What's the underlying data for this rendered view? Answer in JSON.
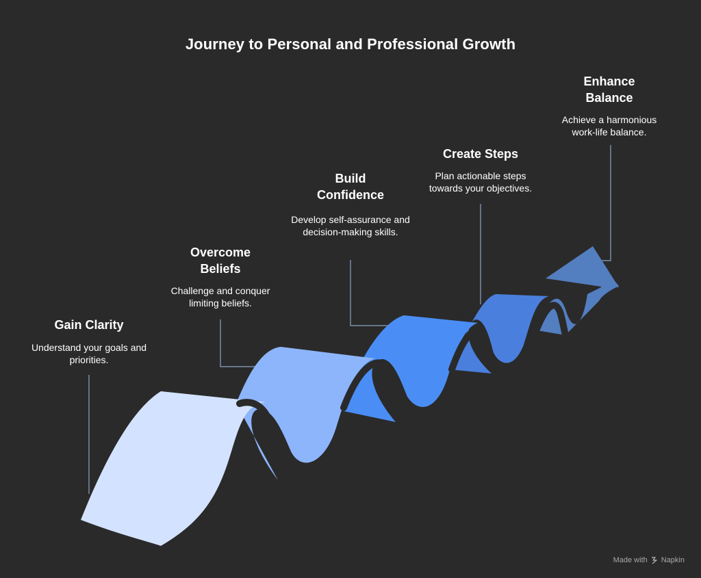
{
  "title": "Journey to Personal and Professional Growth",
  "steps": [
    {
      "label": "Gain Clarity",
      "description": "Understand your goals and priorities.",
      "color": "#d3e3ff"
    },
    {
      "label": "Overcome Beliefs",
      "description": "Challenge and conquer limiting beliefs.",
      "color": "#8db5fb"
    },
    {
      "label": "Build Confidence",
      "description": "Develop self-assurance and decision-making skills.",
      "color": "#4a8ef5"
    },
    {
      "label": "Create Steps",
      "description": "Plan actionable steps towards your objectives.",
      "color": "#4a7fdd"
    },
    {
      "label": "Enhance Balance",
      "description": "Achieve a harmonious work-life balance.",
      "color": "#537ec0"
    }
  ],
  "footer": {
    "made_with": "Made with",
    "brand": "Napkin"
  }
}
